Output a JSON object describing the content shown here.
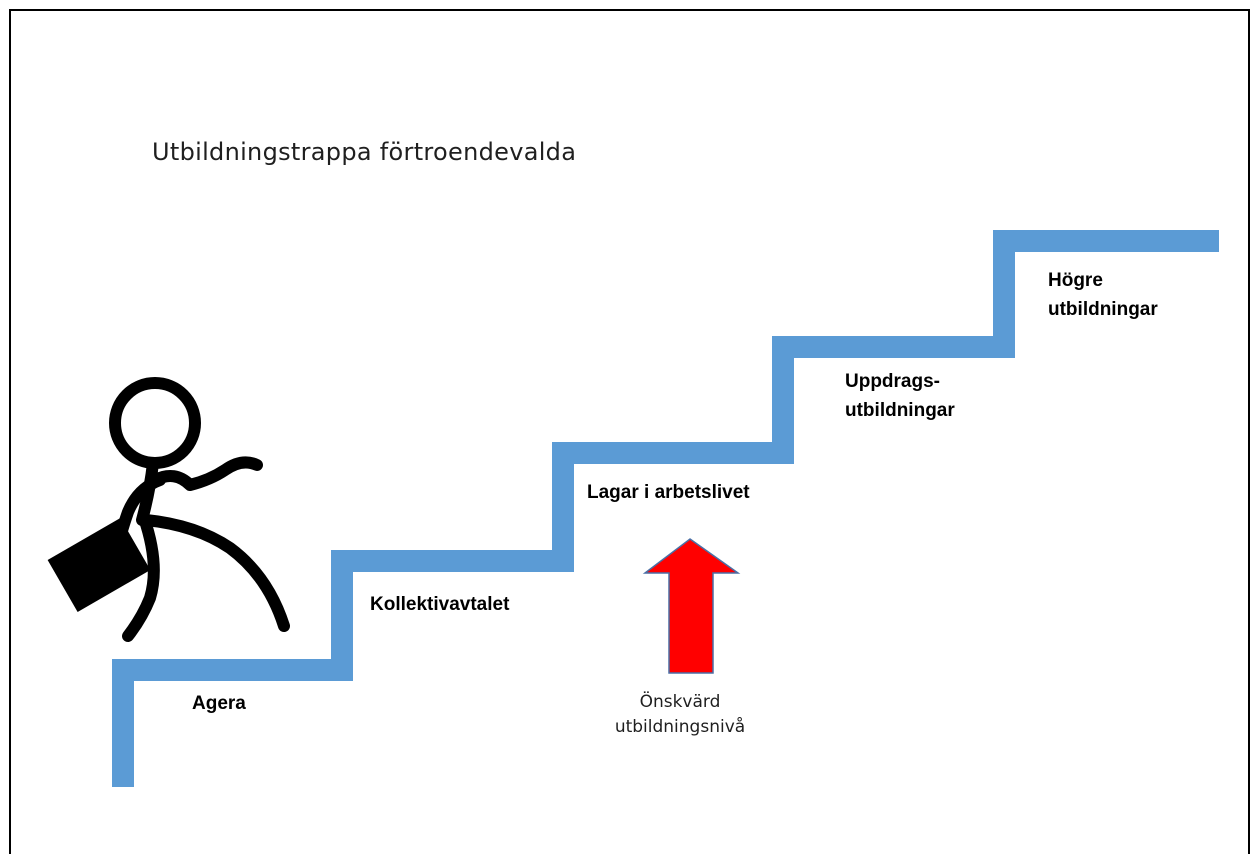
{
  "diagram": {
    "title": "Utbildningstrappa förtroendevalda",
    "steps": [
      {
        "lines": [
          "Agera"
        ]
      },
      {
        "lines": [
          "Kollektivavtalet"
        ]
      },
      {
        "lines": [
          "Lagar i arbetslivet"
        ]
      },
      {
        "lines": [
          "Uppdrags-",
          "utbildningar"
        ]
      },
      {
        "lines": [
          "Högre",
          "utbildningar"
        ]
      }
    ],
    "marker": {
      "caption_lines": [
        "Önskvärd",
        "utbildningsnivå"
      ]
    }
  },
  "colors": {
    "stair": "#5b9bd5",
    "arrow_fill": "#ff0000",
    "arrow_outline": "#4a6fa5",
    "figure": "#000000",
    "frame": "#000000"
  },
  "icons": {
    "figure": "walking-stick-figure-with-briefcase-icon",
    "arrow": "up-arrow-icon"
  }
}
